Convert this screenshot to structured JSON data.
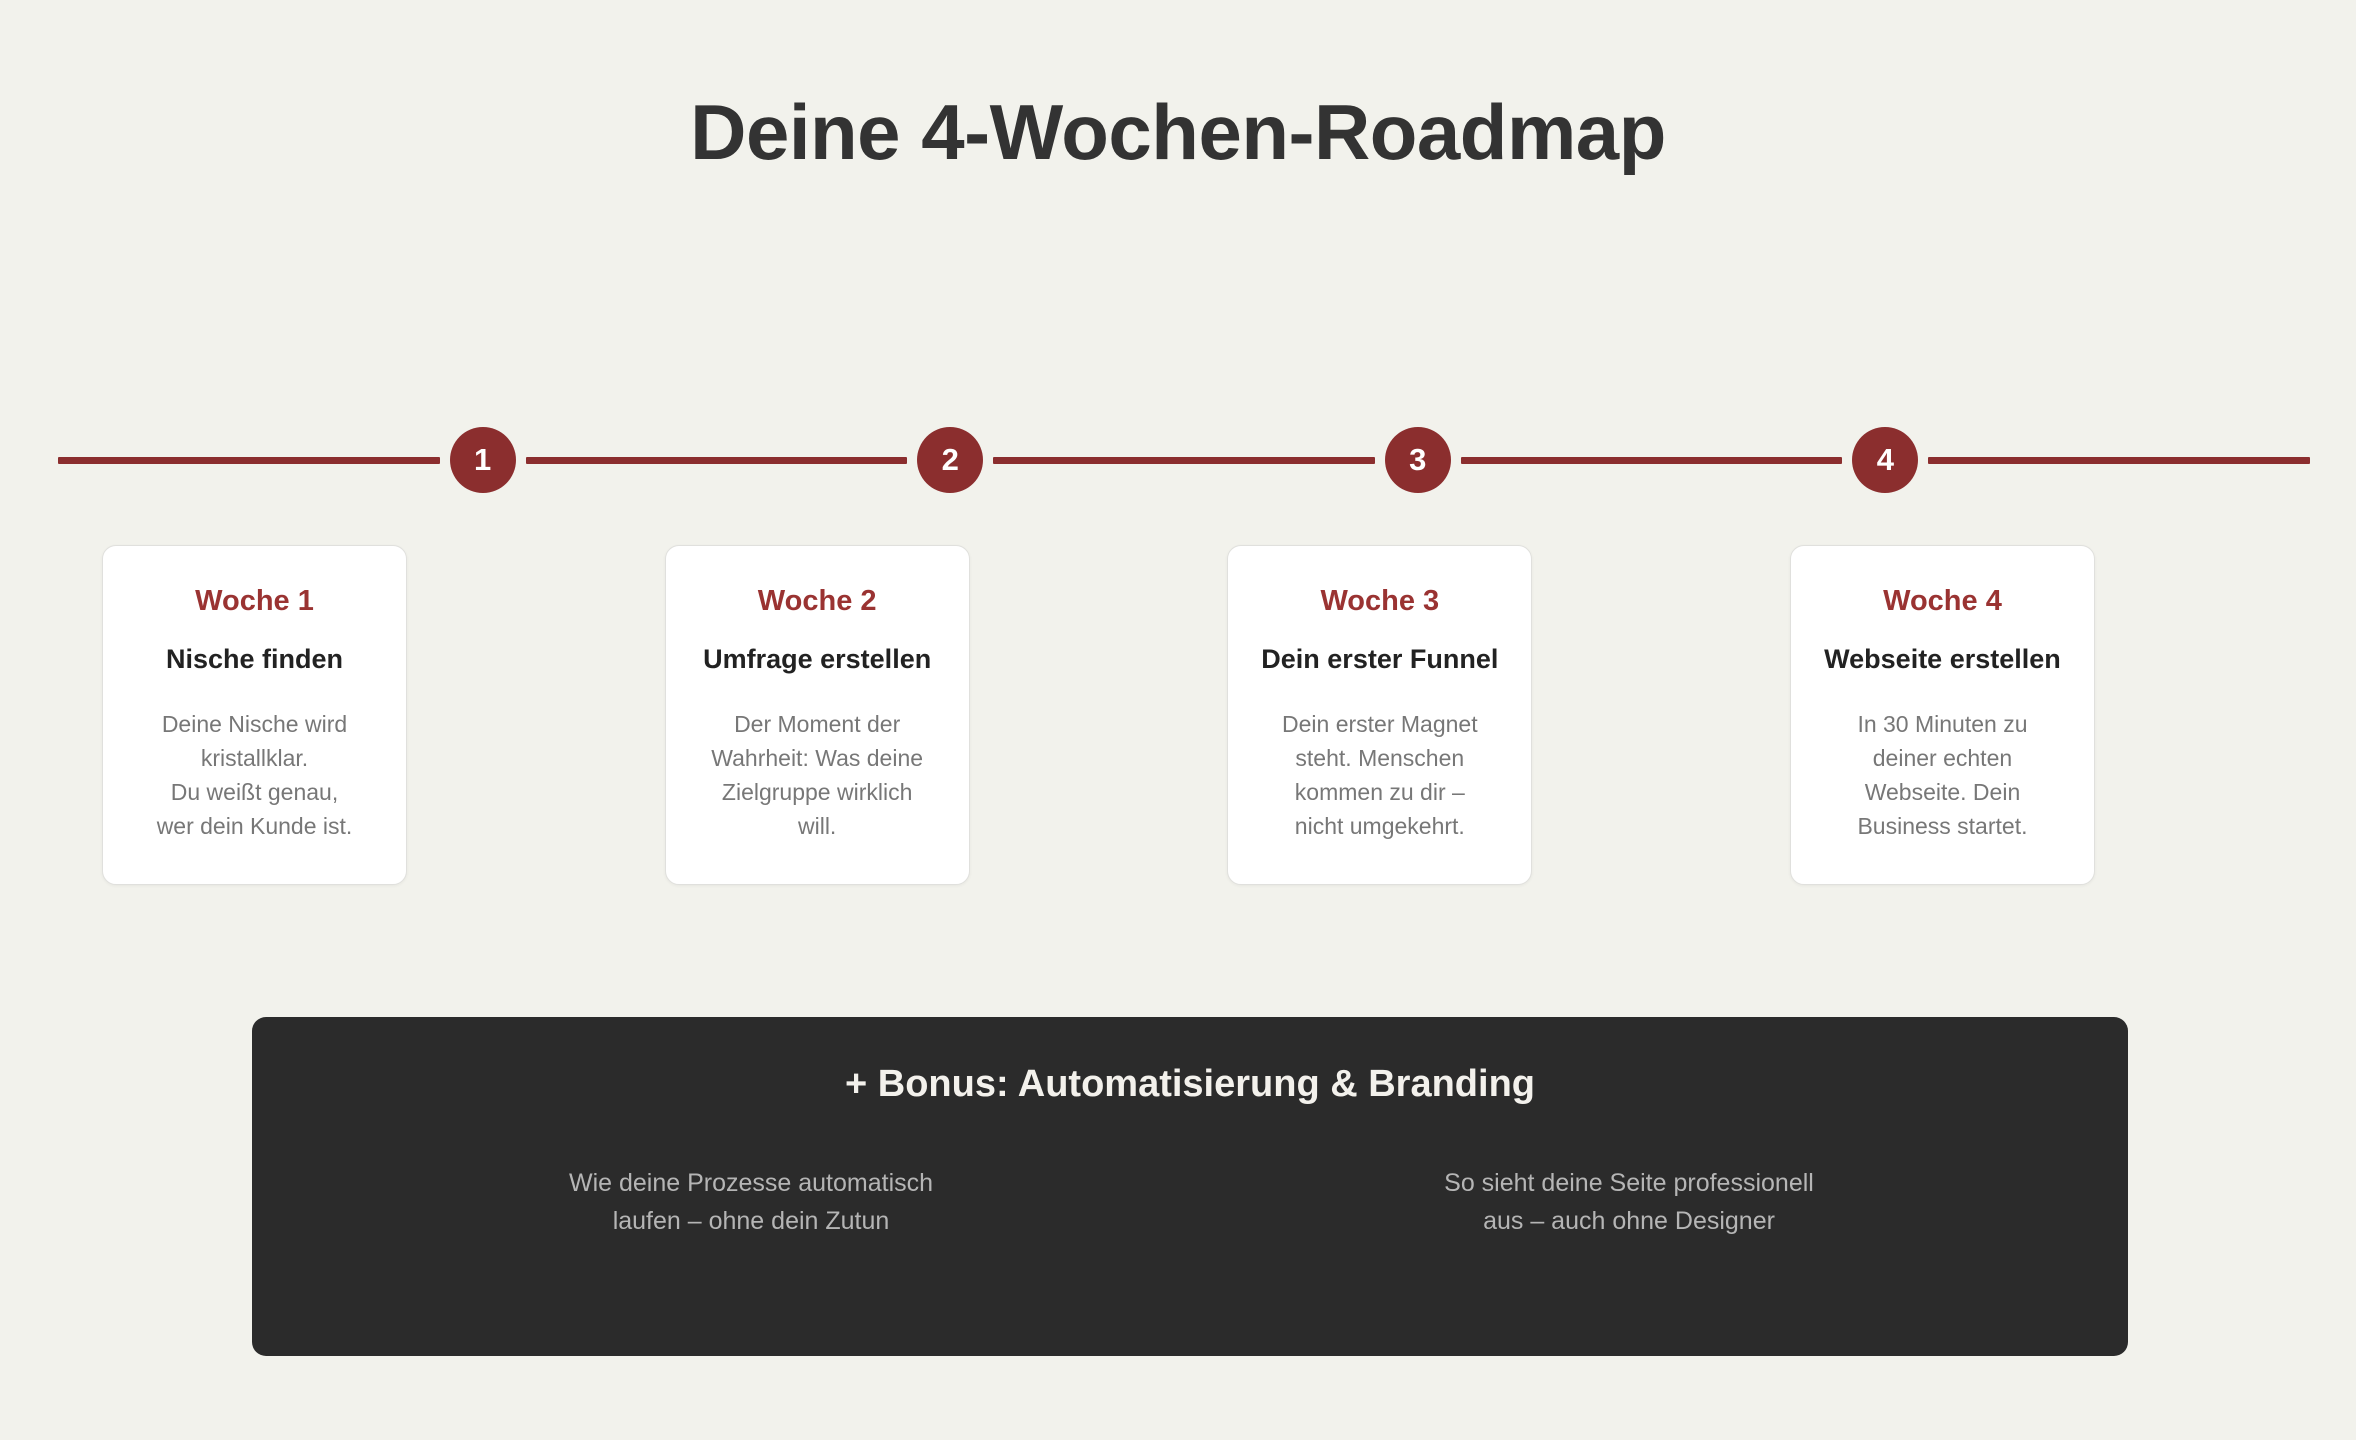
{
  "page": {
    "title": "Deine 4-Wochen-Roadmap",
    "background_color": "#f2f2ec",
    "accent_color": "#8B2E2E",
    "accent_text_color": "#9A3332",
    "dark_panel_color": "#2b2b2b"
  },
  "timeline": {
    "nodes": [
      {
        "number": "1"
      },
      {
        "number": "2"
      },
      {
        "number": "3"
      },
      {
        "number": "4"
      }
    ]
  },
  "weeks": [
    {
      "label": "Woche 1",
      "title": "Nische finden",
      "description": "Deine Nische wird\nkristallklar.\nDu weißt genau,\nwer dein Kunde ist."
    },
    {
      "label": "Woche 2",
      "title": "Umfrage erstellen",
      "description": "Der Moment der\nWahrheit: Was deine\nZielgruppe wirklich\nwill."
    },
    {
      "label": "Woche 3",
      "title": "Dein erster Funnel",
      "description": "Dein erster Magnet\nsteht. Menschen\nkommen zu dir –\nnicht umgekehrt."
    },
    {
      "label": "Woche 4",
      "title": "Webseite erstellen",
      "description": "In 30 Minuten zu\ndeiner echten\nWebseite. Dein\nBusiness startet."
    }
  ],
  "bonus": {
    "title": "+ Bonus: Automatisierung & Branding",
    "columns": [
      {
        "text": "Wie deine Prozesse automatisch\nlaufen – ohne dein Zutun"
      },
      {
        "text": "So sieht deine Seite professionell\naus – auch ohne Designer"
      }
    ]
  }
}
